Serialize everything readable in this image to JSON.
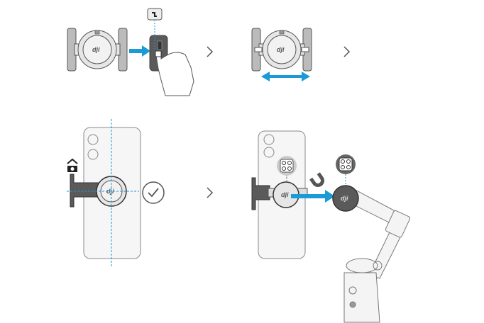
{
  "brand": {
    "logo_text": "dji"
  },
  "colors": {
    "accent": "#1a9ad6",
    "line": "#555555",
    "fill_light": "#e6e6e6",
    "fill_dark": "#5a5a5a"
  },
  "steps": [
    {
      "name": "attach-clamp-button"
    },
    {
      "name": "extend-clamp"
    },
    {
      "name": "center-phone-on-clamp"
    },
    {
      "name": "magnetic-attach-to-gimbal"
    }
  ],
  "icons": [
    "lock-button-icon",
    "arrow-right-icon",
    "hand-icon",
    "chevron-right-icon",
    "double-arrow-icon",
    "home-camera-icon",
    "checkmark-circle-icon",
    "magnet-icon",
    "camera-dots-icon"
  ]
}
